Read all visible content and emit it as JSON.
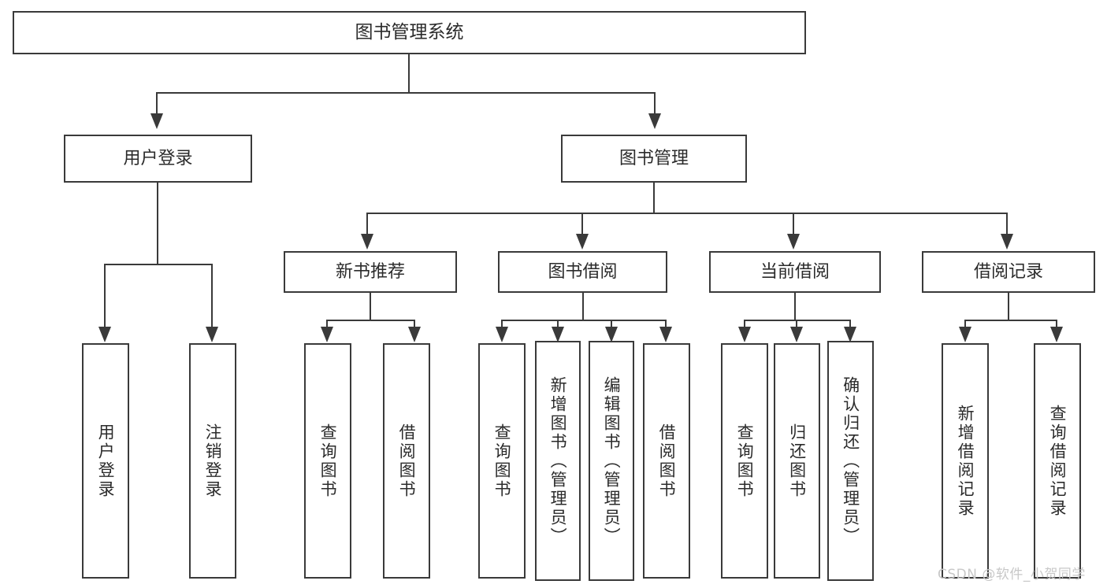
{
  "diagram": {
    "type": "tree",
    "title": "图书管理系统",
    "root": {
      "label": "图书管理系统"
    },
    "level2": [
      {
        "label": "用户登录"
      },
      {
        "label": "图书管理"
      }
    ],
    "level3": [
      {
        "label": "新书推荐"
      },
      {
        "label": "图书借阅"
      },
      {
        "label": "当前借阅"
      },
      {
        "label": "借阅记录"
      }
    ],
    "leaves": {
      "user_login": [
        {
          "label": "用户登录"
        },
        {
          "label": "注销登录"
        }
      ],
      "new_book": [
        {
          "label": "查询图书"
        },
        {
          "label": "借阅图书"
        }
      ],
      "book_borrow": [
        {
          "label": "查询图书"
        },
        {
          "label": "新增图书（管理员）"
        },
        {
          "label": "编辑图书（管理员）"
        },
        {
          "label": "借阅图书"
        }
      ],
      "current_borrow": [
        {
          "label": "查询图书"
        },
        {
          "label": "归还图书"
        },
        {
          "label": "确认归还（管理员）"
        }
      ],
      "borrow_record": [
        {
          "label": "新增借阅记录"
        },
        {
          "label": "查询借阅记录"
        }
      ]
    }
  },
  "watermark": {
    "text": "CSDN @软件_小贺同学"
  },
  "colors": {
    "stroke": "#3a3a3a",
    "text": "#2b2b2b",
    "background": "#ffffff",
    "watermark": "#c8c8c8"
  }
}
